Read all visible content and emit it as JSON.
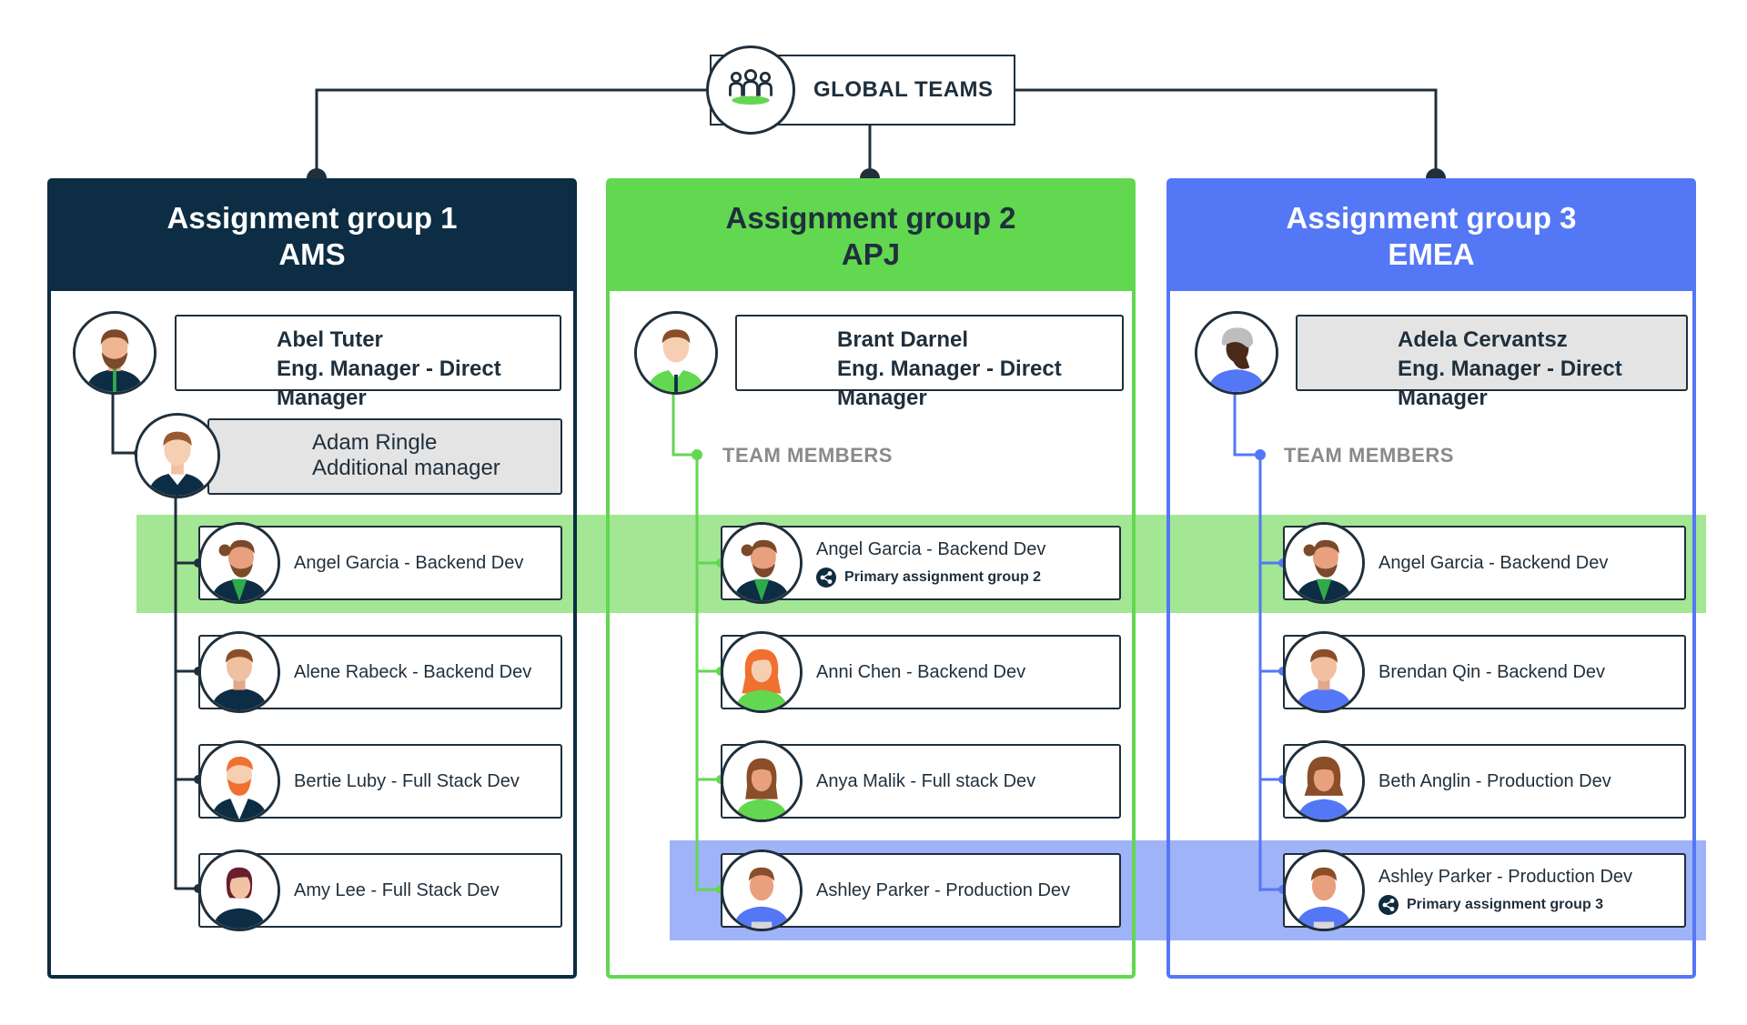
{
  "root": {
    "label": "GLOBAL TEAMS",
    "icon": "team-icon"
  },
  "colors": {
    "dark": "#0c2d43",
    "green": "#62d750",
    "blue": "#5477f5",
    "green_band": "#a3e694",
    "blue_band": "#9fb3f8"
  },
  "groups": [
    {
      "title": "Assignment group 1",
      "region": "AMS",
      "manager": {
        "name": "Abel Tuter",
        "role": "Eng. Manager - Direct Manager"
      },
      "additional_manager": {
        "name": "Adam Ringle",
        "role": "Additional manager"
      },
      "members": [
        {
          "label": "Angel Garcia - Backend Dev"
        },
        {
          "label": "Alene Rabeck - Backend Dev"
        },
        {
          "label": "Bertie Luby - Full Stack Dev"
        },
        {
          "label": "Amy Lee - Full Stack Dev"
        }
      ]
    },
    {
      "title": "Assignment group 2",
      "region": "APJ",
      "manager": {
        "name": "Brant Darnel",
        "role": "Eng. Manager - Direct Manager"
      },
      "team_label": "TEAM MEMBERS",
      "members": [
        {
          "label": "Angel Garcia - Backend Dev",
          "tag": "Primary assignment group 2"
        },
        {
          "label": "Anni Chen - Backend Dev"
        },
        {
          "label": "Anya Malik - Full stack  Dev"
        },
        {
          "label": "Ashley Parker - Production Dev"
        }
      ]
    },
    {
      "title": "Assignment group 3",
      "region": "EMEA",
      "manager": {
        "name": "Adela Cervantsz",
        "role": "Eng. Manager - Direct Manager"
      },
      "team_label": "TEAM MEMBERS",
      "members": [
        {
          "label": "Angel Garcia - Backend Dev"
        },
        {
          "label": "Brendan Qin - Backend Dev"
        },
        {
          "label": "Beth Anglin - Production Dev"
        },
        {
          "label": "Ashley Parker - Production Dev",
          "tag": "Primary assignment group 3"
        }
      ]
    }
  ]
}
